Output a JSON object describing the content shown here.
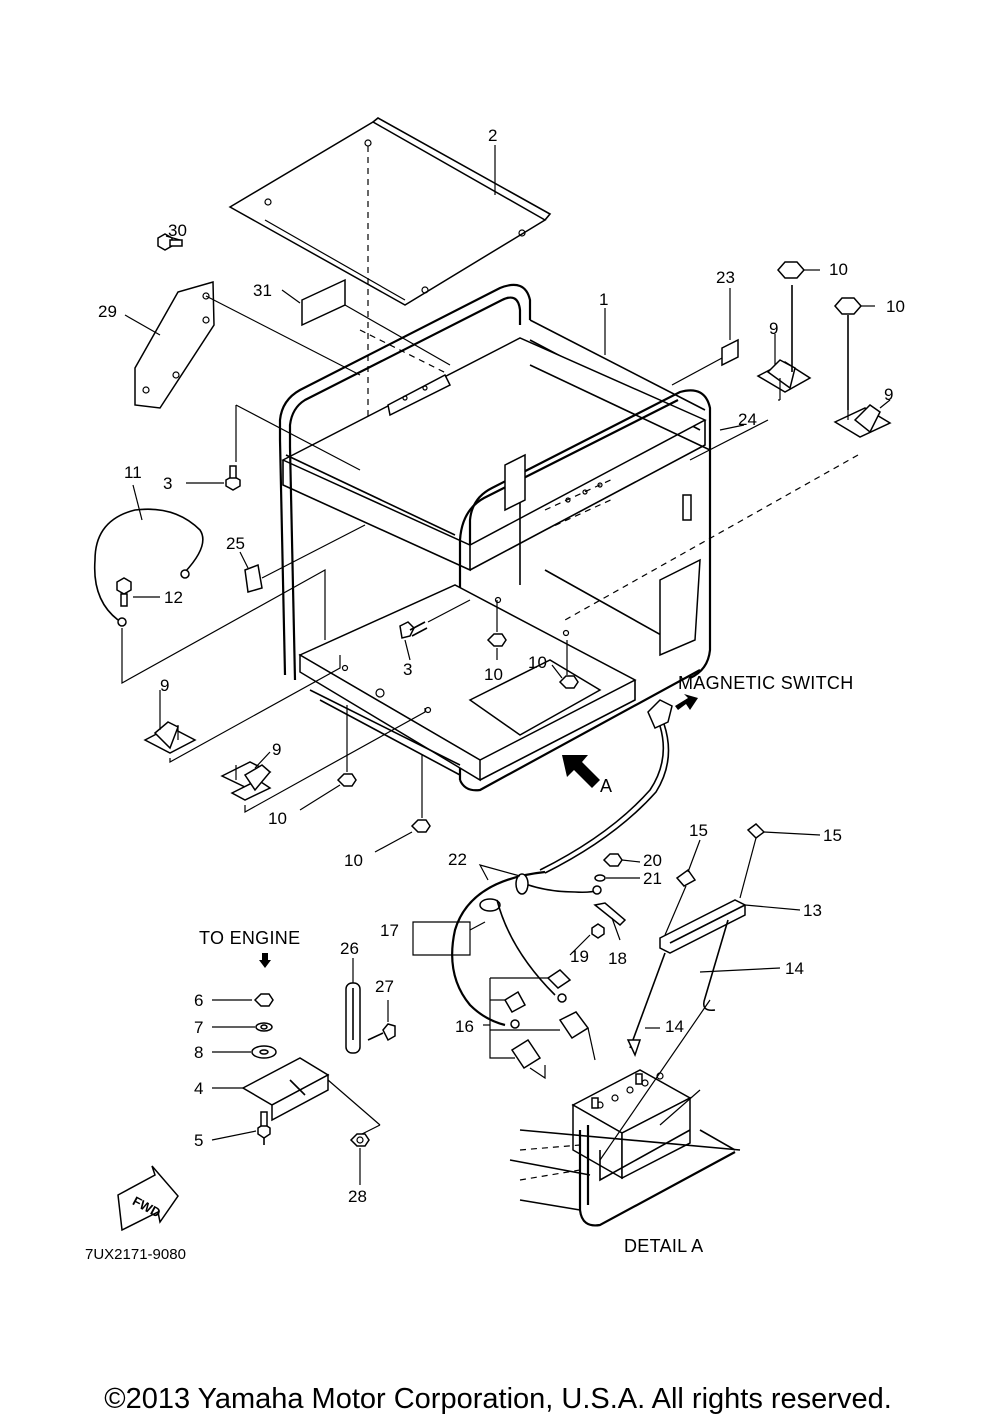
{
  "labels": {
    "magnetic_switch": "MAGNETIC SWITCH",
    "to_engine": "TO ENGINE",
    "arrow_a": "A",
    "detail_a": "DETAIL A",
    "fwd": "FWD",
    "diagram_code": "7UX2171-9080",
    "copyright": "©2013 Yamaha Motor Corporation, U.S.A. All rights reserved."
  },
  "callouts": {
    "c1": "1",
    "c2": "2",
    "c3a": "3",
    "c3b": "3",
    "c4": "4",
    "c5": "5",
    "c6": "6",
    "c7": "7",
    "c8": "8",
    "c9a": "9",
    "c9b": "9",
    "c9c": "9",
    "c9d": "9",
    "c10a": "10",
    "c10b": "10",
    "c10c": "10",
    "c10d": "10",
    "c10e": "10",
    "c10f": "10",
    "c11": "11",
    "c12": "12",
    "c13": "13",
    "c14a": "14",
    "c14b": "14",
    "c15a": "15",
    "c15b": "15",
    "c16": "16",
    "c17": "17",
    "c18": "18",
    "c19": "19",
    "c20": "20",
    "c21": "21",
    "c22": "22",
    "c23": "23",
    "c24": "24",
    "c25": "25",
    "c26": "26",
    "c27": "27",
    "c28": "28",
    "c29": "29",
    "c30": "30",
    "c31": "31"
  }
}
